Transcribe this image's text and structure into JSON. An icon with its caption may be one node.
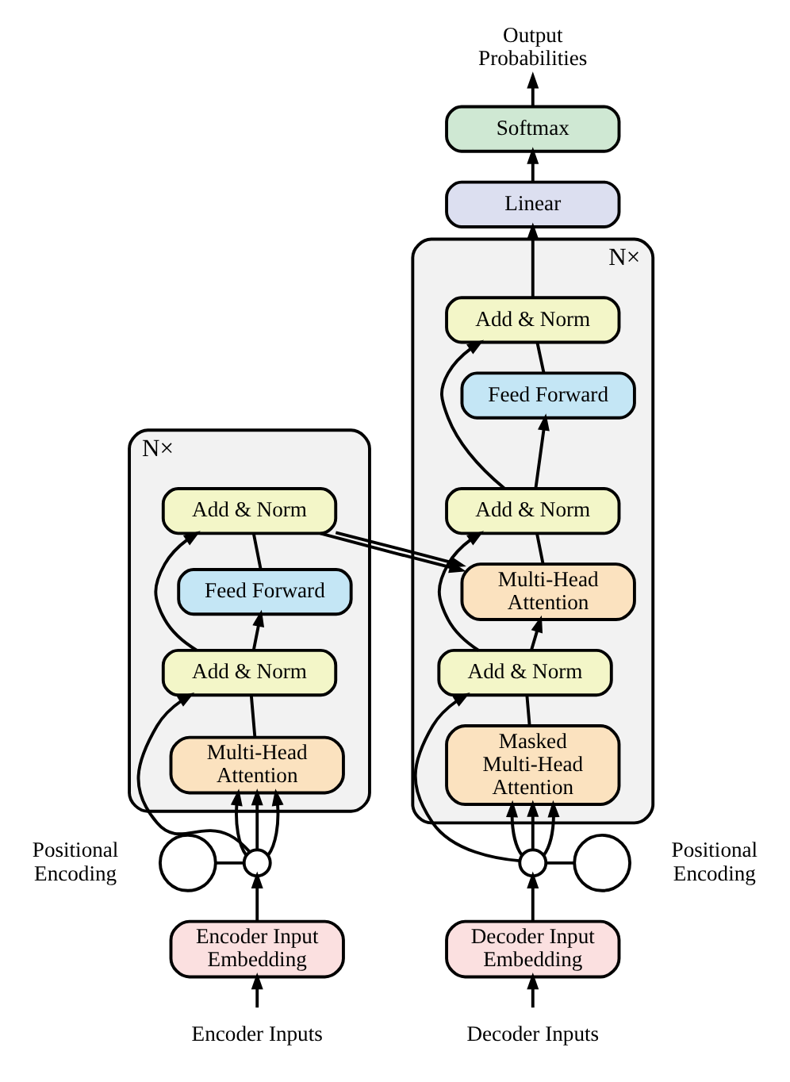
{
  "diagram": {
    "nodes": [
      {
        "text": [],
        "shape": "box",
        "beside": [
          "N×"
        ]
      },
      {
        "text": [
          "Add & Norm"
        ],
        "in": 0
      },
      {
        "text": [
          "Feed Forward"
        ],
        "in": 0
      },
      {
        "text": [
          "Add & Norm"
        ],
        "in": 0
      },
      {
        "text": [
          "Multi-Head Attention"
        ],
        "in": 0
      },
      {
        "text": [],
        "shape": "circle",
        "beside": [
          "Positional Encoding"
        ]
      },
      {
        "text": [],
        "shape": "circle"
      },
      {
        "text": [
          "Encoder Input Embedding"
        ]
      },
      {
        "text": [
          "Encoder Inputs"
        ]
      },
      {
        "text": [
          "Output Probabilities"
        ]
      },
      {
        "text": [
          "Softmax"
        ]
      },
      {
        "text": [
          "Linear"
        ]
      },
      {
        "text": [],
        "shape": "box",
        "beside": [
          "N×"
        ]
      },
      {
        "text": [
          "Add & Norm"
        ],
        "in": 12
      },
      {
        "text": [
          "Feed Forward"
        ],
        "in": 12
      },
      {
        "text": [
          "Add & Norm"
        ],
        "in": 12
      },
      {
        "text": [
          "Multi-Head Attention"
        ],
        "in": 12
      },
      {
        "text": [
          "Add & Norm"
        ],
        "in": 12
      },
      {
        "text": [
          "Masked Multi-Head Attention"
        ],
        "in": 12
      },
      {
        "text": [],
        "shape": "circle"
      },
      {
        "text": [],
        "shape": "circle",
        "beside": [
          "Positional Encoding"
        ]
      },
      {
        "text": [
          "Decoder Input Embedding"
        ]
      },
      {
        "text": [
          "Decoder Inputs"
        ]
      }
    ],
    "edges": [
      {
        "from": 8,
        "to": 7,
        "arrow": "to"
      },
      {
        "from": 7,
        "to": 6,
        "arrow": "to"
      },
      {
        "from": 5,
        "to": 6,
        "arrow": "none"
      },
      {
        "from": 6,
        "to": 4,
        "arrow": "to"
      },
      {
        "from": 6,
        "to": 4,
        "arrow": "to"
      },
      {
        "from": 6,
        "to": 4,
        "arrow": "to"
      },
      {
        "from": 6,
        "to": 3,
        "arrow": "to"
      },
      {
        "from": 4,
        "to": 3,
        "arrow": "none"
      },
      {
        "from": 3,
        "to": 2,
        "arrow": "to"
      },
      {
        "from": 3,
        "to": 1,
        "arrow": "to"
      },
      {
        "from": 2,
        "to": 1,
        "arrow": "none"
      },
      {
        "from": 1,
        "to": 16,
        "arrow": "to"
      },
      {
        "from": 1,
        "to": 16,
        "arrow": "to"
      },
      {
        "from": 22,
        "to": 21,
        "arrow": "to"
      },
      {
        "from": 21,
        "to": 19,
        "arrow": "to"
      },
      {
        "from": 19,
        "to": 20,
        "arrow": "none"
      },
      {
        "from": 19,
        "to": 18,
        "arrow": "to"
      },
      {
        "from": 19,
        "to": 18,
        "arrow": "to"
      },
      {
        "from": 19,
        "to": 18,
        "arrow": "to"
      },
      {
        "from": 19,
        "to": 17,
        "arrow": "to"
      },
      {
        "from": 18,
        "to": 17,
        "arrow": "none"
      },
      {
        "from": 17,
        "to": 16,
        "arrow": "to"
      },
      {
        "from": 17,
        "to": 15,
        "arrow": "to"
      },
      {
        "from": 16,
        "to": 15,
        "arrow": "none"
      },
      {
        "from": 15,
        "to": 14,
        "arrow": "to"
      },
      {
        "from": 15,
        "to": 13,
        "arrow": "to"
      },
      {
        "from": 14,
        "to": 13,
        "arrow": "none"
      },
      {
        "from": 13,
        "to": 11,
        "arrow": "to"
      },
      {
        "from": 11,
        "to": 10,
        "arrow": "to"
      },
      {
        "from": 10,
        "to": 9,
        "arrow": "to"
      }
    ]
  }
}
